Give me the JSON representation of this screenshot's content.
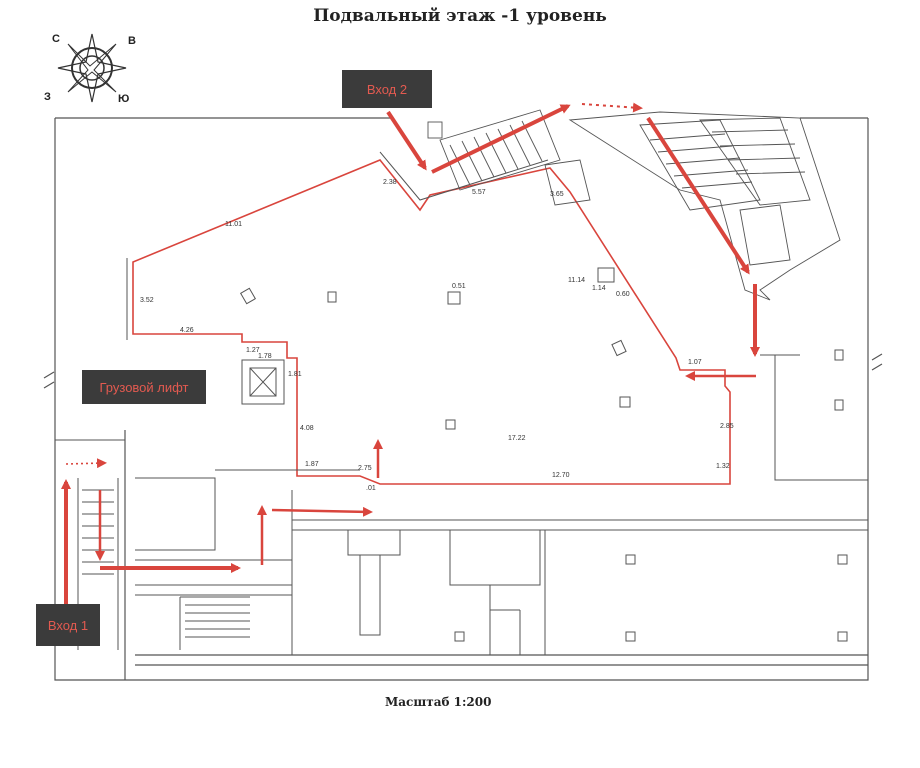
{
  "title": "Подвальный этаж  -1 уровень",
  "scale": "Масштаб 1:200",
  "labels": {
    "entrance_2": "Вход 2",
    "freight_elevator": "Грузовой лифт",
    "entrance_1": "Вход 1"
  },
  "compass": {
    "north": "С",
    "east": "В",
    "south": "Ю",
    "west": "З"
  },
  "dimensions": {
    "d1": "11.01",
    "d2": "2.38",
    "d3": "5.57",
    "d4": "3.52",
    "d5": "4.26",
    "d6": "1.27",
    "d7": "1.78",
    "d8": "1.81",
    "d9": "4.08",
    "d10": "1.87",
    "d11": "2.75",
    "d12": "12.70",
    "d13": "1.32",
    "d14": "2.85",
    "d15": "1.07",
    "d16": "1.14",
    "d17": "0.60",
    "d18": "11.14",
    "d19": "3.65",
    "d20": "0.51",
    "d21": "17.22",
    "d22": ".01"
  },
  "colors": {
    "accent": "#d9453d",
    "wall": "#444444",
    "tag_bg": "#3b3b3b",
    "tag_text": "#e35a50"
  }
}
